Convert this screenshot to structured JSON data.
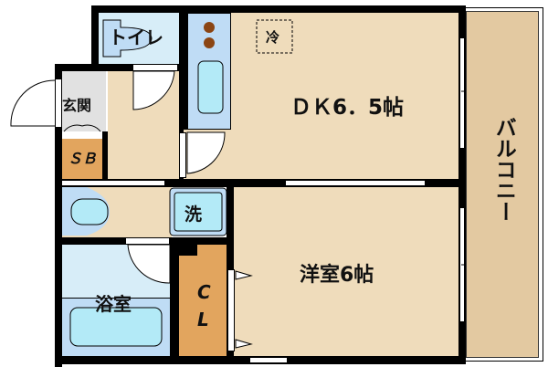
{
  "floor_plan": {
    "rooms": {
      "toilet": {
        "label": "トイレ"
      },
      "entrance": {
        "label": "玄関"
      },
      "shoe_box": {
        "label": "ＳＢ"
      },
      "dining_kitchen": {
        "label": "ＤＫ6．5帖"
      },
      "fridge": {
        "label": "冷"
      },
      "washer": {
        "label": "洗"
      },
      "bathroom": {
        "label": "浴室"
      },
      "closet": {
        "label_line1": "C",
        "label_line2": "L"
      },
      "western_room": {
        "label": "洋室6帖"
      },
      "balcony": {
        "label": "バルコニー"
      }
    },
    "colors": {
      "wall": "#000000",
      "floor": "#efdcbb",
      "wet_area": "#bfdcf5",
      "fixture": "#b3eaf7",
      "toilet_room": "#d7edf8",
      "storage": "#e2a55e",
      "entrance_floor": "#e1e1e1",
      "balcony": "#e3c9a1",
      "stove_burner": "#8b4513"
    }
  }
}
